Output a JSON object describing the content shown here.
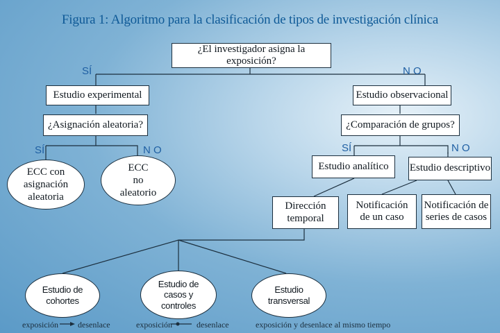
{
  "title": "Figura 1:  Algoritmo para la clasificación de tipos de investigación clínica",
  "nodes": {
    "q_exposicion": "¿El investigador asigna la exposición?",
    "experimental": "Estudio experimental",
    "observacional": "Estudio observacional",
    "q_aleatoria": "¿Asignación aleatoria?",
    "q_grupos": "¿Comparación de grupos?",
    "ecc_aleatoria": "ECC con\nasignación\naleatoria",
    "ecc_no_aleatorio": "ECC\nno\naleatorio",
    "analitico": "Estudio analítico",
    "descriptivo": "Estudio descriptivo",
    "direccion": "Dirección\ntemporal",
    "notif_caso": "Notificación\nde un caso",
    "notif_series": "Notificación de\nseries de casos",
    "cohortes": "Estudio de\ncohortes",
    "casos_controles": "Estudio de\ncasos y\ncontroles",
    "transversal": "Estudio\ntransversal"
  },
  "labels": {
    "si": "SÍ",
    "no": "N O"
  },
  "footer": {
    "exposicion": "exposición",
    "desenlace": "desenlace",
    "mismo_tiempo": "exposición y desenlace al mismo tiempo"
  },
  "colors": {
    "title": "#0f5a97",
    "yes_no": "#1f5fa3",
    "line": "#1b2e3d"
  }
}
